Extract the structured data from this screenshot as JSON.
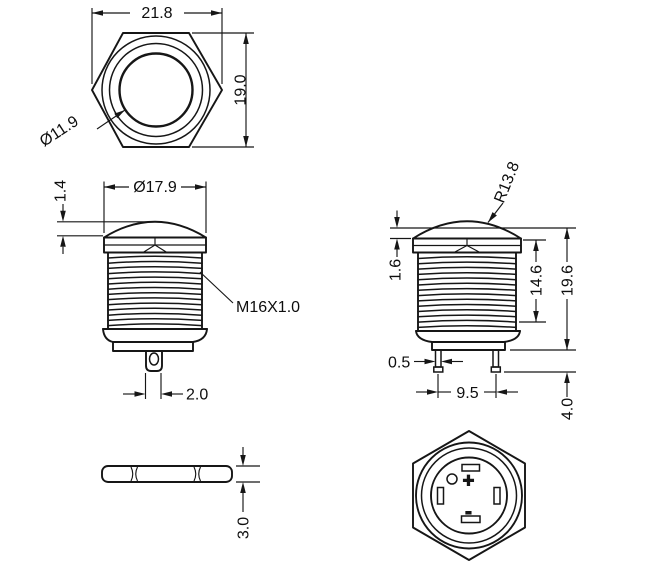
{
  "drawing": {
    "background": "#ffffff",
    "line_color": "#161616",
    "views": {
      "nut_top": {
        "width_across_corners": "21.8",
        "width_across_flats": "19.0",
        "hole_diameter": "Ø11.9"
      },
      "button_front": {
        "head_diameter": "Ø17.9",
        "head_dome_height": "1.4",
        "thread_spec": "M16X1.0",
        "terminal_width": "2.0"
      },
      "button_side": {
        "dome_radius": "R13.8",
        "bezel_height": "1.6",
        "thread_length": "14.6",
        "body_height": "19.6",
        "pin_width": "0.5",
        "pin_spacing": "9.5",
        "pin_length": "4.0"
      },
      "nut_side": {
        "thickness": "3.0"
      },
      "bottom": {
        "plus": "+",
        "minus": "-"
      }
    }
  }
}
